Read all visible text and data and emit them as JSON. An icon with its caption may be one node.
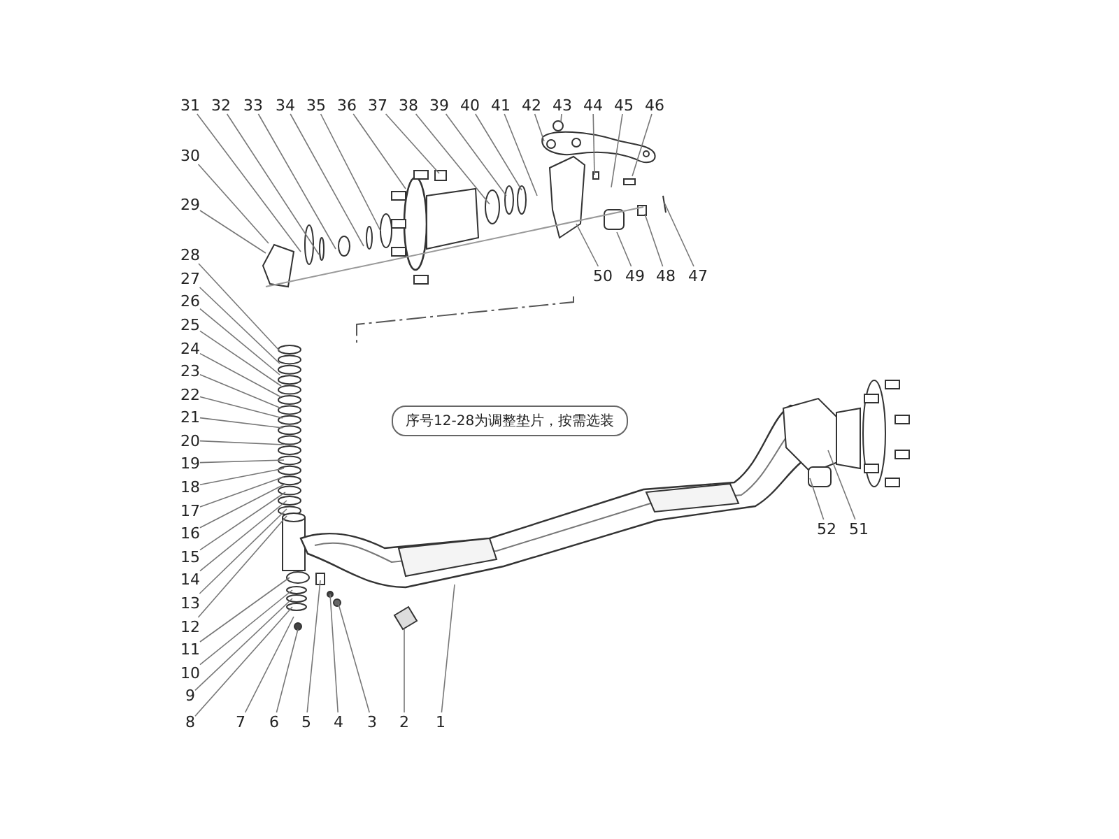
{
  "diagram": {
    "nodes": [
      {
        "text": [
          "1"
        ]
      },
      {
        "text": [
          "2"
        ]
      },
      {
        "text": [
          "3"
        ]
      },
      {
        "text": [
          "4"
        ]
      },
      {
        "text": [
          "5"
        ]
      },
      {
        "text": [
          "6"
        ]
      },
      {
        "text": [
          "7"
        ]
      },
      {
        "text": [
          "8"
        ]
      },
      {
        "text": [
          "9"
        ]
      },
      {
        "text": [
          "10"
        ]
      },
      {
        "text": [
          "11"
        ]
      },
      {
        "text": [
          "12"
        ]
      },
      {
        "text": [
          "13"
        ]
      },
      {
        "text": [
          "14"
        ]
      },
      {
        "text": [
          "15"
        ]
      },
      {
        "text": [
          "16"
        ]
      },
      {
        "text": [
          "17"
        ]
      },
      {
        "text": [
          "18"
        ]
      },
      {
        "text": [
          "19"
        ]
      },
      {
        "text": [
          "20"
        ]
      },
      {
        "text": [
          "21"
        ]
      },
      {
        "text": [
          "22"
        ]
      },
      {
        "text": [
          "23"
        ]
      },
      {
        "text": [
          "24"
        ]
      },
      {
        "text": [
          "25"
        ]
      },
      {
        "text": [
          "26"
        ]
      },
      {
        "text": [
          "27"
        ]
      },
      {
        "text": [
          "28"
        ]
      },
      {
        "text": [
          "29"
        ]
      },
      {
        "text": [
          "30"
        ]
      },
      {
        "text": [
          "31"
        ]
      },
      {
        "text": [
          "32"
        ]
      },
      {
        "text": [
          "33"
        ]
      },
      {
        "text": [
          "34"
        ]
      },
      {
        "text": [
          "35"
        ]
      },
      {
        "text": [
          "36"
        ]
      },
      {
        "text": [
          "37"
        ]
      },
      {
        "text": [
          "38"
        ]
      },
      {
        "text": [
          "39"
        ]
      },
      {
        "text": [
          "40"
        ]
      },
      {
        "text": [
          "41"
        ]
      },
      {
        "text": [
          "42"
        ]
      },
      {
        "text": [
          "43"
        ]
      },
      {
        "text": [
          "44"
        ]
      },
      {
        "text": [
          "45"
        ]
      },
      {
        "text": [
          "46"
        ]
      },
      {
        "text": [
          "47"
        ]
      },
      {
        "text": [
          "48"
        ]
      },
      {
        "text": [
          "49"
        ]
      },
      {
        "text": [
          "50"
        ]
      },
      {
        "text": [
          "51"
        ]
      },
      {
        "text": [
          "52"
        ]
      },
      {
        "text": [
          "序号12-28为调整垫片，按需选装"
        ]
      }
    ],
    "edges": [
      {
        "from": 0,
        "to": null,
        "arrow": "none"
      },
      {
        "from": 1,
        "to": null,
        "arrow": "none"
      },
      {
        "from": 2,
        "to": null,
        "arrow": "none"
      },
      {
        "from": 3,
        "to": null,
        "arrow": "none"
      },
      {
        "from": 4,
        "to": null,
        "arrow": "none"
      },
      {
        "from": 5,
        "to": null,
        "arrow": "none"
      },
      {
        "from": 6,
        "to": null,
        "arrow": "none"
      },
      {
        "from": 7,
        "to": null,
        "arrow": "none"
      },
      {
        "from": 8,
        "to": null,
        "arrow": "none"
      },
      {
        "from": 9,
        "to": null,
        "arrow": "none"
      },
      {
        "from": 10,
        "to": null,
        "arrow": "none"
      },
      {
        "from": 11,
        "to": null,
        "arrow": "none"
      },
      {
        "from": 12,
        "to": null,
        "arrow": "none"
      },
      {
        "from": 13,
        "to": null,
        "arrow": "none"
      },
      {
        "from": 14,
        "to": null,
        "arrow": "none"
      },
      {
        "from": 15,
        "to": null,
        "arrow": "none"
      },
      {
        "from": 16,
        "to": null,
        "arrow": "none"
      },
      {
        "from": 17,
        "to": null,
        "arrow": "none"
      },
      {
        "from": 18,
        "to": null,
        "arrow": "none"
      },
      {
        "from": 19,
        "to": null,
        "arrow": "none"
      },
      {
        "from": 20,
        "to": null,
        "arrow": "none"
      },
      {
        "from": 21,
        "to": null,
        "arrow": "none"
      },
      {
        "from": 22,
        "to": null,
        "arrow": "none"
      },
      {
        "from": 23,
        "to": null,
        "arrow": "none"
      },
      {
        "from": 24,
        "to": null,
        "arrow": "none"
      },
      {
        "from": 25,
        "to": null,
        "arrow": "none"
      },
      {
        "from": 26,
        "to": null,
        "arrow": "none"
      },
      {
        "from": 27,
        "to": null,
        "arrow": "none"
      },
      {
        "from": 28,
        "to": null,
        "arrow": "none"
      },
      {
        "from": 29,
        "to": null,
        "arrow": "none"
      },
      {
        "from": 30,
        "to": null,
        "arrow": "none"
      },
      {
        "from": 31,
        "to": null,
        "arrow": "none"
      },
      {
        "from": 32,
        "to": null,
        "arrow": "none"
      },
      {
        "from": 33,
        "to": null,
        "arrow": "none"
      },
      {
        "from": 34,
        "to": null,
        "arrow": "none"
      },
      {
        "from": 35,
        "to": null,
        "arrow": "none"
      },
      {
        "from": 36,
        "to": null,
        "arrow": "none"
      },
      {
        "from": 37,
        "to": null,
        "arrow": "none"
      },
      {
        "from": 38,
        "to": null,
        "arrow": "none"
      },
      {
        "from": 39,
        "to": null,
        "arrow": "none"
      },
      {
        "from": 40,
        "to": null,
        "arrow": "none"
      },
      {
        "from": 41,
        "to": null,
        "arrow": "none"
      },
      {
        "from": 42,
        "to": null,
        "arrow": "none"
      },
      {
        "from": 43,
        "to": null,
        "arrow": "none"
      },
      {
        "from": 44,
        "to": null,
        "arrow": "none"
      },
      {
        "from": 45,
        "to": null,
        "arrow": "none"
      },
      {
        "from": 46,
        "to": null,
        "arrow": "none"
      },
      {
        "from": 47,
        "to": null,
        "arrow": "none"
      },
      {
        "from": 48,
        "to": null,
        "arrow": "none"
      },
      {
        "from": 49,
        "to": null,
        "arrow": "none"
      },
      {
        "from": 50,
        "to": null,
        "arrow": "none"
      },
      {
        "from": 51,
        "to": null,
        "arrow": "none"
      }
    ]
  }
}
